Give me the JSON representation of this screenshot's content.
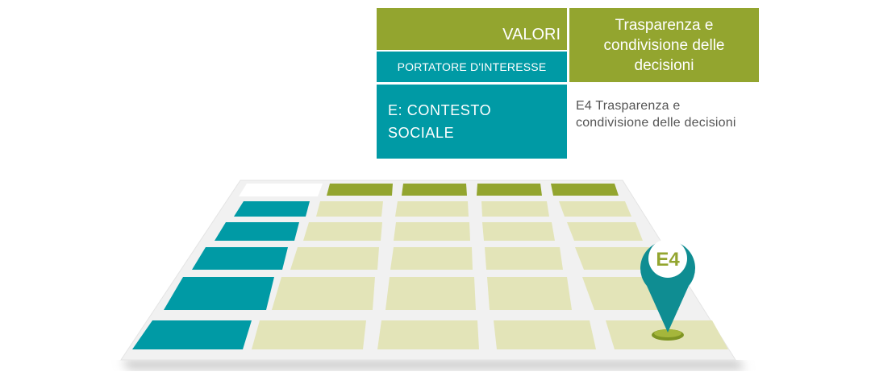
{
  "header": {
    "valori_label": "VALORI",
    "valore_title": "Trasparenza e condivisione delle decisioni",
    "stakeholder_label": "PORTATORE D'INTERESSE",
    "stakeholder_group": "E:  CONTESTO SOCIALE"
  },
  "cell_description": "E4  Trasparenza e condivisione delle decisioni",
  "marker": {
    "label": "E4"
  },
  "colors": {
    "olive": "#93a52f",
    "teal": "#009aa5",
    "light_olive": "#e3e4b8",
    "pin": "#0f8d92"
  },
  "matrix": {
    "rows": 5,
    "value_columns": 4,
    "highlighted_cell": "E4"
  }
}
